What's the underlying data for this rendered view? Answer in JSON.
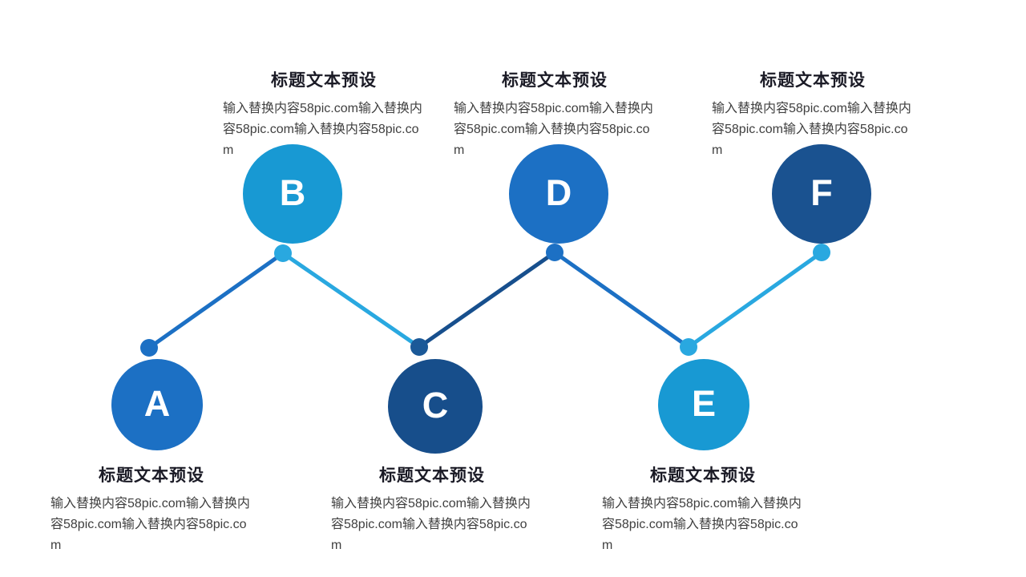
{
  "page": {
    "background": "#ffffff"
  },
  "diagram": {
    "type": "zigzag-process",
    "text_colors": {
      "title": "#1b1b26",
      "body": "#3f3f3f"
    },
    "nodes": [
      {
        "letter": "A",
        "title": "标题文本预设",
        "body": "输入替换内容58pic.com输入替换内容58pic.com输入替换内容58pic.com",
        "circle_color": "#1c70c4",
        "dot_color": "#1c70c4",
        "row": "bottom",
        "text_position": "below"
      },
      {
        "letter": "B",
        "title": "标题文本预设",
        "body": "输入替换内容58pic.com输入替换内容58pic.com输入替换内容58pic.com",
        "circle_color": "#1899d3",
        "dot_color": "#29a8e0",
        "row": "top",
        "text_position": "above"
      },
      {
        "letter": "C",
        "title": "标题文本预设",
        "body": "输入替换内容58pic.com输入替换内容58pic.com输入替换内容58pic.com",
        "circle_color": "#174e8b",
        "dot_color": "#1b5998",
        "row": "bottom",
        "text_position": "below"
      },
      {
        "letter": "D",
        "title": "标题文本预设",
        "body": "输入替换内容58pic.com输入替换内容58pic.com输入替换内容58pic.com",
        "circle_color": "#1c70c4",
        "dot_color": "#1c70c4",
        "row": "top",
        "text_position": "above"
      },
      {
        "letter": "E",
        "title": "标题文本预设",
        "body": "输入替换内容58pic.com输入替换内容58pic.com输入替换内容58pic.com",
        "circle_color": "#1899d3",
        "dot_color": "#29a8e0",
        "row": "bottom",
        "text_position": "below"
      },
      {
        "letter": "F",
        "title": "标题文本预设",
        "body": "输入替换内容58pic.com输入替换内容58pic.com输入替换内容58pic.com",
        "circle_color": "#1a5290",
        "dot_color": "#29a8e0",
        "row": "top",
        "text_position": "above"
      }
    ],
    "links": [
      {
        "from": "A",
        "to": "B",
        "color": "#1c70c4"
      },
      {
        "from": "B",
        "to": "C",
        "color": "#29a8e0"
      },
      {
        "from": "C",
        "to": "D",
        "color": "#174f8d"
      },
      {
        "from": "D",
        "to": "E",
        "color": "#1c70c4"
      },
      {
        "from": "E",
        "to": "F",
        "color": "#29a8e0"
      }
    ]
  }
}
